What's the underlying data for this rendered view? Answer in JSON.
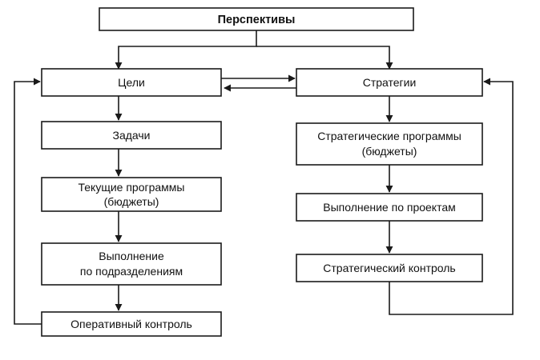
{
  "nodes": {
    "perspectives": {
      "label": "Перспективы"
    },
    "goals": {
      "label": "Цели"
    },
    "strategies": {
      "label": "Стратегии"
    },
    "tasks": {
      "label": "Задачи"
    },
    "current_programs": {
      "line1": "Текущие программы",
      "line2": "(бюджеты)"
    },
    "execution_by_divisions": {
      "line1": "Выполнение",
      "line2": "по подразделениям"
    },
    "operational_control": {
      "label": "Оперативный контроль"
    },
    "strategic_programs": {
      "line1": "Стратегические программы",
      "line2": "(бюджеты)"
    },
    "execution_by_projects": {
      "label": "Выполнение по проектам"
    },
    "strategic_control": {
      "label": "Стратегический контроль"
    }
  },
  "colors": {
    "stroke": "#1a1a1a",
    "text": "#111111",
    "background": "#ffffff"
  }
}
